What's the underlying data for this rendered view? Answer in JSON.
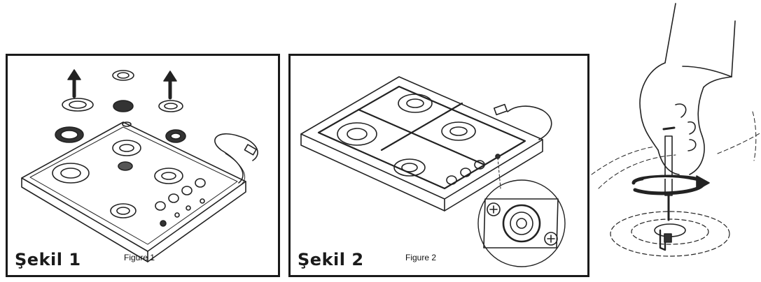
{
  "figures": [
    {
      "label_tr": "Şekil 1",
      "label_en": "Figure 1"
    },
    {
      "label_tr": "Şekil 2",
      "label_en": "Figure 2"
    }
  ]
}
